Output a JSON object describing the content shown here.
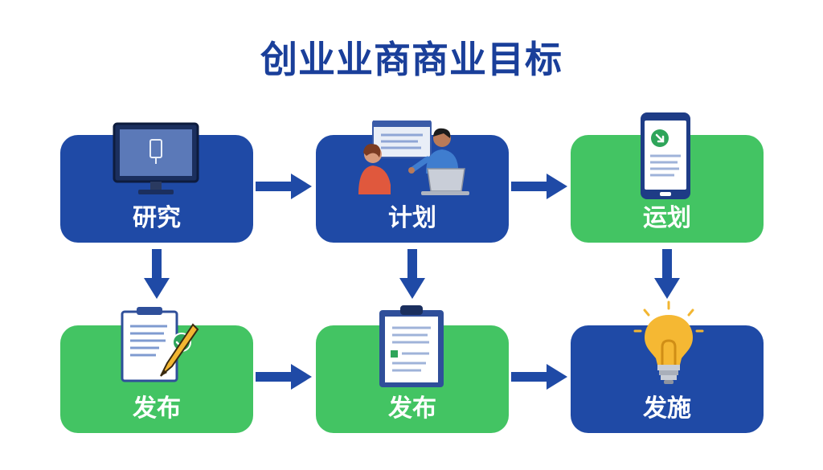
{
  "title": "创业业商商业目标",
  "colors": {
    "title": "#1a3f9a",
    "blue_node": "#1f4aa6",
    "green_node": "#43c463",
    "arrow": "#1f4aa6"
  },
  "nodes": [
    {
      "id": "research",
      "label": "研究",
      "color": "blue",
      "icon": "monitor-icon"
    },
    {
      "id": "plan",
      "label": "计划",
      "color": "blue",
      "icon": "meeting-icon"
    },
    {
      "id": "operate",
      "label": "运划",
      "color": "green",
      "icon": "smartphone-icon"
    },
    {
      "id": "publish1",
      "label": "发布",
      "color": "green",
      "icon": "checklist-pen-icon"
    },
    {
      "id": "publish2",
      "label": "发布",
      "color": "green",
      "icon": "clipboard-icon"
    },
    {
      "id": "launch",
      "label": "发施",
      "color": "blue",
      "icon": "lightbulb-icon"
    }
  ]
}
